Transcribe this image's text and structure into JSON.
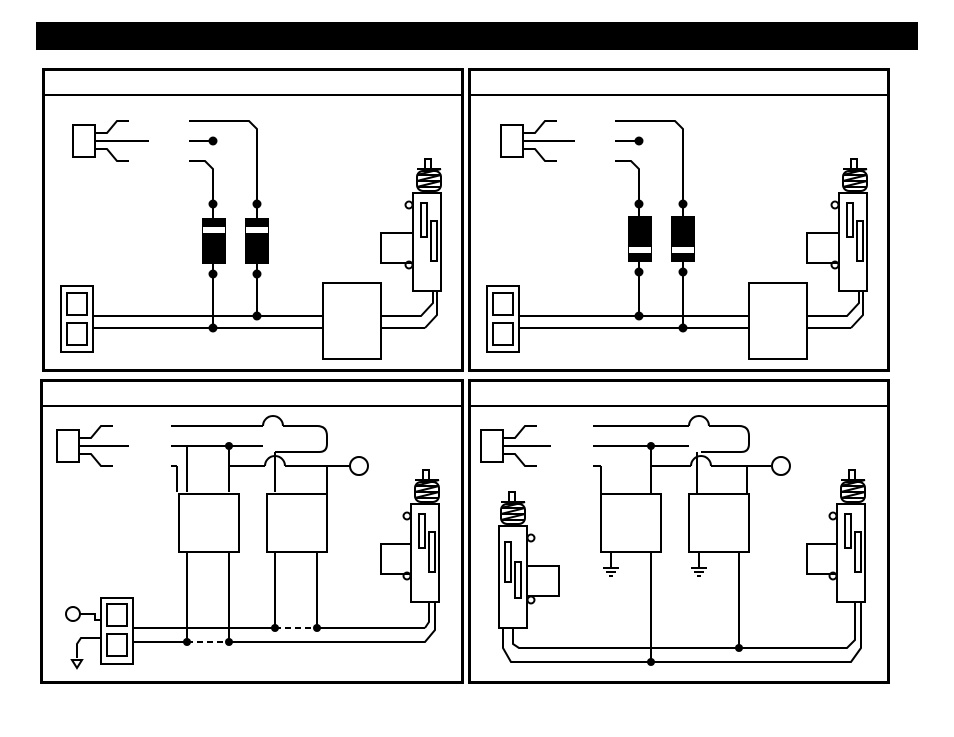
{
  "header": {
    "title": ""
  },
  "panels": [
    {
      "id": "top-left",
      "title": ""
    },
    {
      "id": "top-right",
      "title": ""
    },
    {
      "id": "bottom-left",
      "title": ""
    },
    {
      "id": "bottom-right",
      "title": ""
    }
  ],
  "colors": {
    "line": "#000000",
    "background": "#ffffff",
    "band": "#ffffff"
  },
  "icons": [
    "connector-plug-icon",
    "diode-icon",
    "door-lock-actuator-icon",
    "relay-module-box-icon",
    "lock-switch-icon",
    "ground-symbol-icon",
    "terminal-circle-icon"
  ]
}
